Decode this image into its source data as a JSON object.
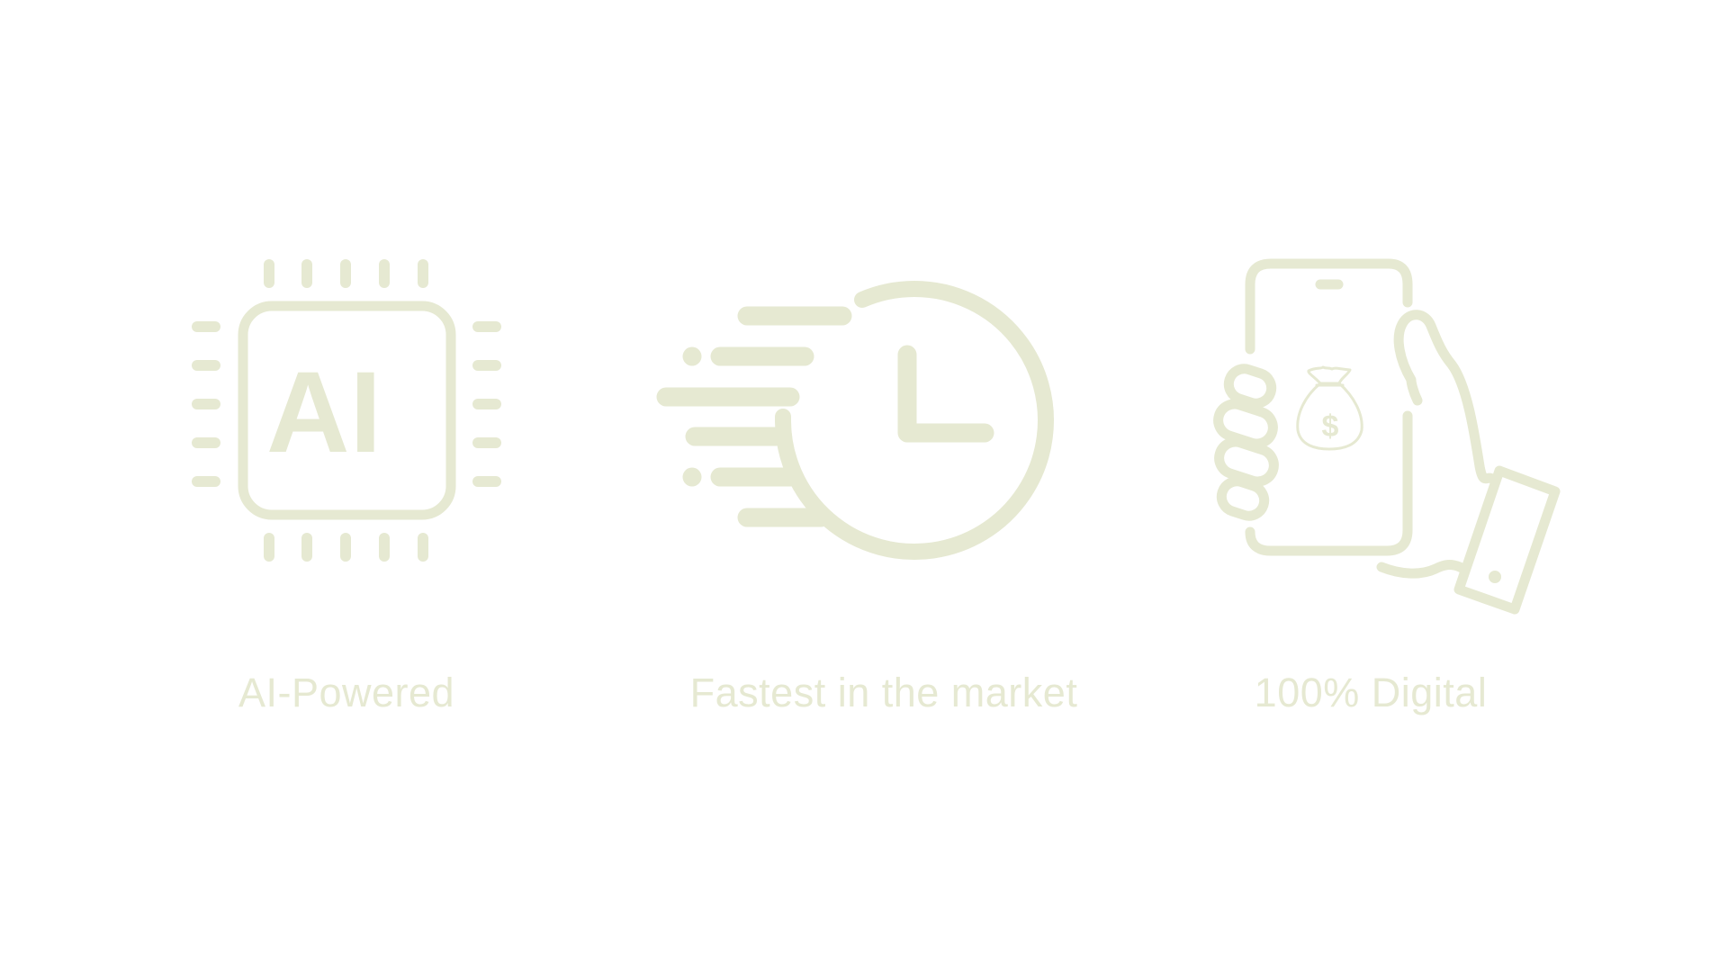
{
  "colors": {
    "foreground": "#f9faf3",
    "background": "#ffffff"
  },
  "features": [
    {
      "icon": "ai-chip-icon",
      "icon_text": "AI",
      "label": "AI-Powered"
    },
    {
      "icon": "fast-clock-icon",
      "label": "Fastest in the market"
    },
    {
      "icon": "hand-holding-phone-money-icon",
      "icon_text": "$",
      "label": "100% Digital"
    }
  ]
}
